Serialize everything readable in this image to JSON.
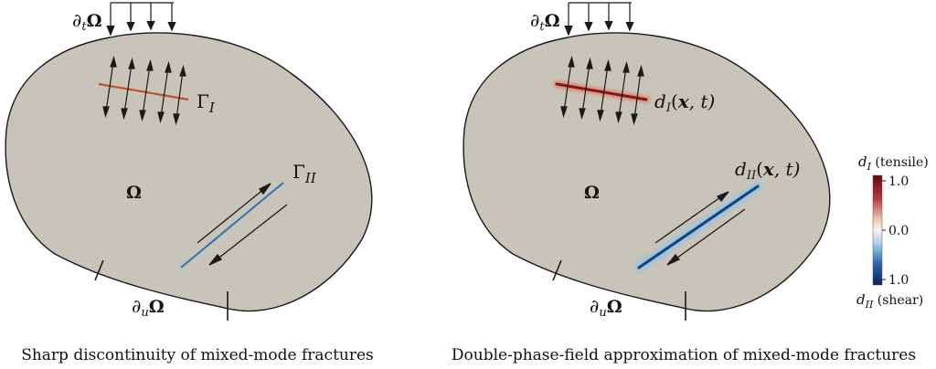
{
  "colors": {
    "domain_fill": "#c8c4b9",
    "outline": "#1a1a1a",
    "tensile": "#c0532a",
    "shear": "#2c74b4",
    "phase_tensile": "#8e1318",
    "phase_shear": "#0f3f86"
  },
  "left_panel": {
    "caption": "Sharp discontinuity of mixed-mode fractures",
    "traction_boundary": {
      "sym": "∂",
      "sub": "t",
      "base": "Ω"
    },
    "displacement_boundary": {
      "sym": "∂",
      "sub": "u",
      "base": "Ω"
    },
    "domain_label": "Ω",
    "crack_tensile": {
      "base": "Γ",
      "sub": "I"
    },
    "crack_shear": {
      "base": "Γ",
      "sub": "II"
    }
  },
  "right_panel": {
    "caption": "Double-phase-field approximation of mixed-mode fractures",
    "traction_boundary": {
      "sym": "∂",
      "sub": "t",
      "base": "Ω"
    },
    "displacement_boundary": {
      "sym": "∂",
      "sub": "u",
      "base": "Ω"
    },
    "domain_label": "Ω",
    "field_tensile": {
      "base": "d",
      "sub": "I",
      "open": "(",
      "x": "x",
      "rest": ", t)"
    },
    "field_shear": {
      "base": "d",
      "sub": "II",
      "open": "(",
      "x": "x",
      "rest": ", t)"
    }
  },
  "colorbar": {
    "top_label": {
      "base": "d",
      "sub": "I",
      "text": " (tensile)"
    },
    "bottom_label": {
      "base": "d",
      "sub": "II",
      "text": " (shear)"
    },
    "tick_top": "1.0",
    "tick_mid": "0.0",
    "tick_bottom": "1.0"
  }
}
